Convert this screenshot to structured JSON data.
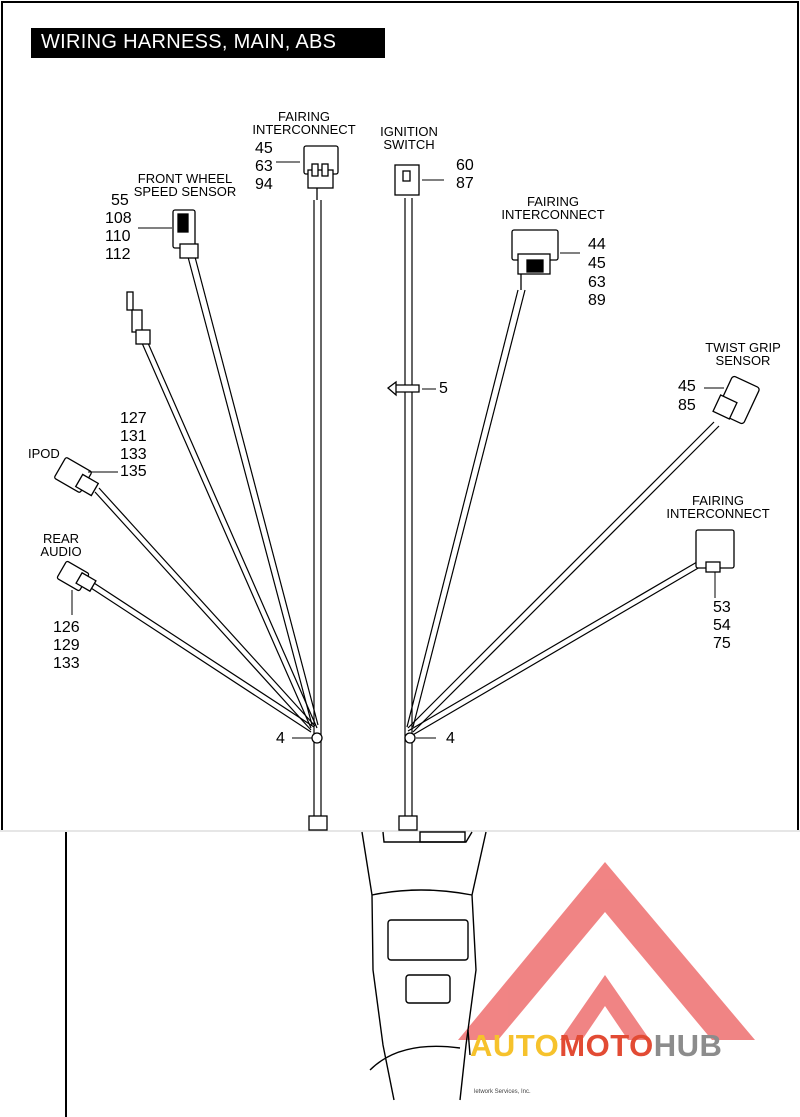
{
  "title": "WIRING HARNESS, MAIN, ABS",
  "callouts": {
    "fairing_top": {
      "label_line1": "FAIRING",
      "label_line2": "INTERCONNECT",
      "refs": [
        "45",
        "63",
        "94"
      ]
    },
    "ignition": {
      "label_line1": "IGNITION",
      "label_line2": "SWITCH",
      "refs": [
        "60",
        "87"
      ]
    },
    "front_wheel": {
      "label_line1": "FRONT WHEEL",
      "label_line2": "SPEED SENSOR",
      "refs": [
        "55",
        "108",
        "110",
        "112"
      ]
    },
    "fairing_right": {
      "label_line1": "FAIRING",
      "label_line2": "INTERCONNECT",
      "refs": [
        "44",
        "45",
        "63",
        "89"
      ]
    },
    "twist_grip": {
      "label_line1": "TWIST GRIP",
      "label_line2": "SENSOR",
      "refs": [
        "45",
        "85"
      ]
    },
    "ipod": {
      "label": "IPOD",
      "refs": [
        "127",
        "131",
        "133",
        "135"
      ]
    },
    "rear_audio": {
      "label_line1": "REAR",
      "label_line2": "AUDIO",
      "refs": [
        "126",
        "129",
        "133"
      ]
    },
    "fairing_lower": {
      "label_line1": "FAIRING",
      "label_line2": "INTERCONNECT",
      "refs": [
        "53",
        "54",
        "75"
      ]
    },
    "clip": {
      "ref": "5"
    },
    "tie_left": {
      "ref": "4"
    },
    "tie_right": {
      "ref": "4"
    }
  },
  "footer": {
    "credit": "letwork Services, Inc.",
    "watermark_a": "AUTO",
    "watermark_b": "MOTO",
    "watermark_c": "HUB"
  },
  "colors": {
    "line": "#000000",
    "title_bg": "#000000",
    "title_text": "#ffffff",
    "logo_red": "#ee6f6f",
    "logo_yellow": "#f6c22c",
    "logo_gray": "#8c8c8c"
  }
}
